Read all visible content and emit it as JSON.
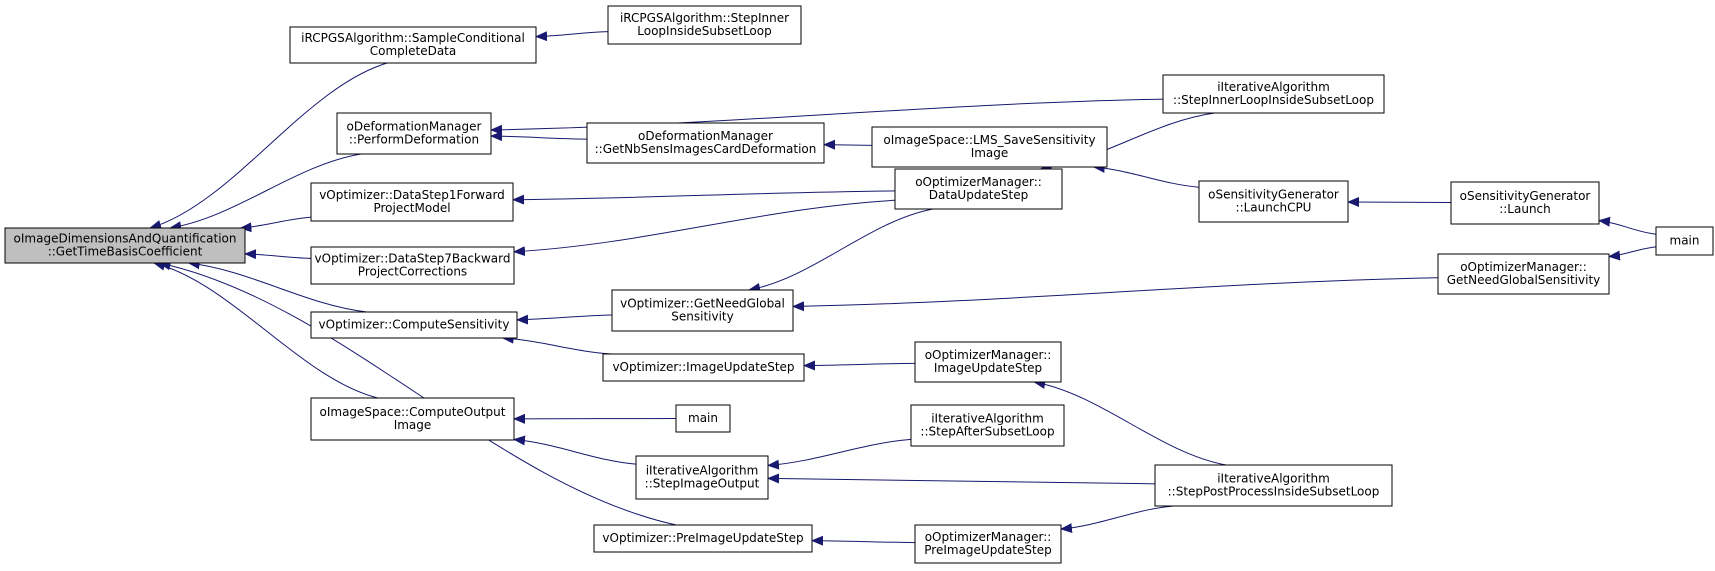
{
  "colors": {
    "edge": "#191970",
    "root_fill": "#bfbfbf",
    "node_fill": "#ffffff"
  },
  "nodes": [
    {
      "id": "root",
      "lines": [
        "oImageDimensionsAndQuantification",
        "::GetTimeBasisCoefficient"
      ]
    },
    {
      "id": "rcpgs_sample",
      "lines": [
        "iRCPGSAlgorithm::SampleConditional",
        "CompleteData"
      ]
    },
    {
      "id": "rcpgs_stepinner",
      "lines": [
        "iRCPGSAlgorithm::StepInner",
        "LoopInsideSubsetLoop"
      ]
    },
    {
      "id": "odm_perform",
      "lines": [
        "oDeformationManager",
        "::PerformDeformation"
      ]
    },
    {
      "id": "odm_getnb",
      "lines": [
        "oDeformationManager",
        "::GetNbSensImagesCardDeformation"
      ]
    },
    {
      "id": "ois_lms",
      "lines": [
        "oImageSpace::LMS_SaveSensitivity",
        "Image"
      ]
    },
    {
      "id": "ia_stepinner",
      "lines": [
        "iIterativeAlgorithm",
        "::StepInnerLoopInsideSubsetLoop"
      ]
    },
    {
      "id": "vo_ds1",
      "lines": [
        "vOptimizer::DataStep1Forward",
        "ProjectModel"
      ]
    },
    {
      "id": "vo_ds7",
      "lines": [
        "vOptimizer::DataStep7Backward",
        "ProjectCorrections"
      ]
    },
    {
      "id": "oom_dataupdate",
      "lines": [
        "oOptimizerManager::",
        "DataUpdateStep"
      ]
    },
    {
      "id": "osg_launchcpu",
      "lines": [
        "oSensitivityGenerator",
        "::LaunchCPU"
      ]
    },
    {
      "id": "osg_launch",
      "lines": [
        "oSensitivityGenerator",
        "::Launch"
      ]
    },
    {
      "id": "main1",
      "lines": [
        "main"
      ]
    },
    {
      "id": "vo_compsens",
      "lines": [
        "vOptimizer::ComputeSensitivity"
      ]
    },
    {
      "id": "vo_getneed",
      "lines": [
        "vOptimizer::GetNeedGlobal",
        "Sensitivity"
      ]
    },
    {
      "id": "oom_getneed",
      "lines": [
        "oOptimizerManager::",
        "GetNeedGlobalSensitivity"
      ]
    },
    {
      "id": "vo_imgupdate",
      "lines": [
        "vOptimizer::ImageUpdateStep"
      ]
    },
    {
      "id": "oom_imgupdate",
      "lines": [
        "oOptimizerManager::",
        "ImageUpdateStep"
      ]
    },
    {
      "id": "ois_compout",
      "lines": [
        "oImageSpace::ComputeOutput",
        "Image"
      ]
    },
    {
      "id": "main2",
      "lines": [
        "main"
      ]
    },
    {
      "id": "ia_stepimgout",
      "lines": [
        "iIterativeAlgorithm",
        "::StepImageOutput"
      ]
    },
    {
      "id": "ia_stepafter",
      "lines": [
        "iIterativeAlgorithm",
        "::StepAfterSubsetLoop"
      ]
    },
    {
      "id": "ia_steppost",
      "lines": [
        "iIterativeAlgorithm",
        "::StepPostProcessInsideSubsetLoop"
      ]
    },
    {
      "id": "vo_preimg",
      "lines": [
        "vOptimizer::PreImageUpdateStep"
      ]
    },
    {
      "id": "oom_preimg",
      "lines": [
        "oOptimizerManager::",
        "PreImageUpdateStep"
      ]
    }
  ],
  "edges": [
    {
      "from": "rcpgs_sample",
      "to": "root"
    },
    {
      "from": "odm_perform",
      "to": "root"
    },
    {
      "from": "vo_ds1",
      "to": "root"
    },
    {
      "from": "vo_ds7",
      "to": "root"
    },
    {
      "from": "vo_compsens",
      "to": "root"
    },
    {
      "from": "ois_compout",
      "to": "root"
    },
    {
      "from": "vo_preimg",
      "to": "root"
    },
    {
      "from": "rcpgs_stepinner",
      "to": "rcpgs_sample"
    },
    {
      "from": "ia_stepinner",
      "to": "odm_perform"
    },
    {
      "from": "odm_getnb",
      "to": "odm_perform"
    },
    {
      "from": "ois_lms",
      "to": "odm_getnb"
    },
    {
      "from": "oom_dataupdate",
      "to": "vo_ds1"
    },
    {
      "from": "oom_dataupdate",
      "to": "vo_ds7"
    },
    {
      "from": "ia_stepinner",
      "to": "oom_dataupdate"
    },
    {
      "from": "osg_launchcpu",
      "to": "ois_lms"
    },
    {
      "from": "osg_launch",
      "to": "osg_launchcpu"
    },
    {
      "from": "main1",
      "to": "osg_launch"
    },
    {
      "from": "vo_getneed",
      "to": "vo_compsens"
    },
    {
      "from": "vo_imgupdate",
      "to": "vo_compsens"
    },
    {
      "from": "oom_dataupdate",
      "to": "vo_getneed"
    },
    {
      "from": "oom_getneed",
      "to": "vo_getneed"
    },
    {
      "from": "main1",
      "to": "oom_getneed"
    },
    {
      "from": "oom_imgupdate",
      "to": "vo_imgupdate"
    },
    {
      "from": "ia_steppost",
      "to": "oom_imgupdate"
    },
    {
      "from": "main2",
      "to": "ois_compout"
    },
    {
      "from": "ia_stepimgout",
      "to": "ois_compout"
    },
    {
      "from": "ia_stepafter",
      "to": "ia_stepimgout"
    },
    {
      "from": "ia_steppost",
      "to": "ia_stepimgout"
    },
    {
      "from": "oom_preimg",
      "to": "vo_preimg"
    },
    {
      "from": "ia_steppost",
      "to": "oom_preimg"
    }
  ]
}
